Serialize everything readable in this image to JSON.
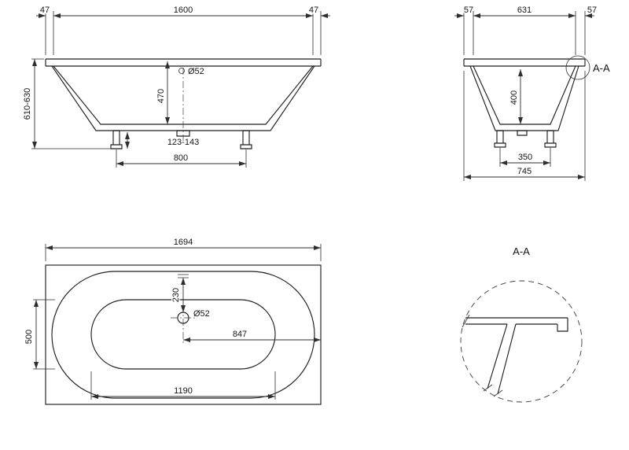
{
  "colors": {
    "line": "#1f1f1f",
    "background": "#ffffff"
  },
  "drawing": {
    "front_view": {
      "rim_left": "47",
      "overall_width": "1600",
      "rim_right": "47",
      "drain_diameter": "Ø52",
      "inner_depth": "470",
      "total_height": "610-630",
      "feet_adjust_range": "123-143",
      "feet_spacing": "800"
    },
    "side_view": {
      "rim_left": "57",
      "inner_width": "631",
      "rim_right": "57",
      "section_label": "A-A",
      "inner_depth": "400",
      "feet_spacing": "350",
      "overall_depth": "745"
    },
    "plan_view": {
      "overall_length": "1694",
      "drain_offset": "230",
      "drain_diameter": "Ø52",
      "center_to_end": "847",
      "floor_width": "500",
      "floor_length": "1190"
    },
    "detail_view": {
      "title": "A-A"
    }
  }
}
